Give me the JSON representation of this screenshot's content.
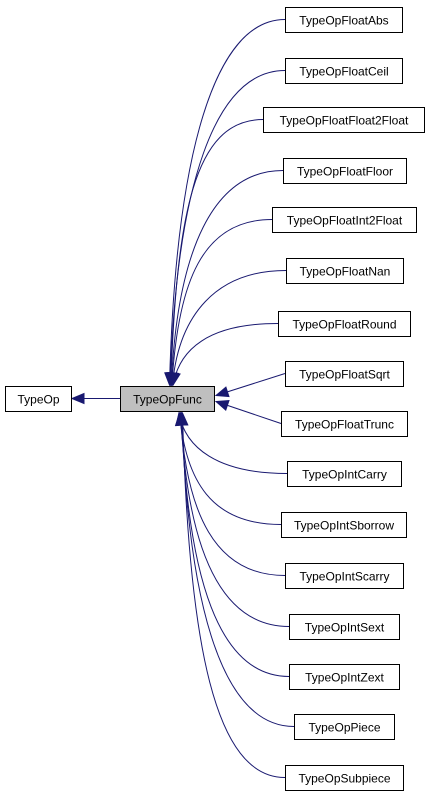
{
  "diagram": {
    "focus": {
      "id": "focus",
      "label": "TypeOpFunc"
    },
    "parent": {
      "id": "parent",
      "label": "TypeOp"
    },
    "children": [
      {
        "id": "c0",
        "label": "TypeOpFloatAbs"
      },
      {
        "id": "c1",
        "label": "TypeOpFloatCeil"
      },
      {
        "id": "c2",
        "label": "TypeOpFloatFloat2Float"
      },
      {
        "id": "c3",
        "label": "TypeOpFloatFloor"
      },
      {
        "id": "c4",
        "label": "TypeOpFloatInt2Float"
      },
      {
        "id": "c5",
        "label": "TypeOpFloatNan"
      },
      {
        "id": "c6",
        "label": "TypeOpFloatRound"
      },
      {
        "id": "c7",
        "label": "TypeOpFloatSqrt"
      },
      {
        "id": "c8",
        "label": "TypeOpFloatTrunc"
      },
      {
        "id": "c9",
        "label": "TypeOpIntCarry"
      },
      {
        "id": "c10",
        "label": "TypeOpIntSborrow"
      },
      {
        "id": "c11",
        "label": "TypeOpIntScarry"
      },
      {
        "id": "c12",
        "label": "TypeOpIntSext"
      },
      {
        "id": "c13",
        "label": "TypeOpIntZext"
      },
      {
        "id": "c14",
        "label": "TypeOpPiece"
      },
      {
        "id": "c15",
        "label": "TypeOpSubpiece"
      }
    ],
    "colors": {
      "edge": "#191970",
      "focus_fill": "#bfbfbf",
      "node_fill": "#ffffff",
      "border": "#000000"
    }
  }
}
